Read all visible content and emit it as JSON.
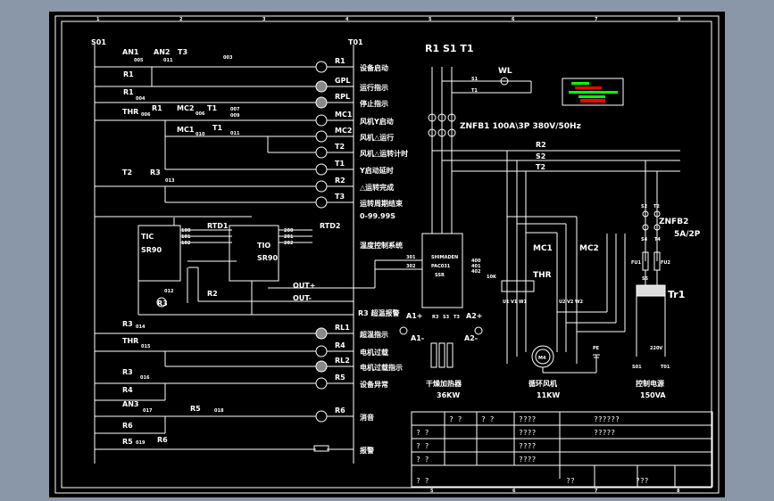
{
  "colors": {
    "background": "#8a97a8",
    "canvas": "#000000",
    "line": "#ffffff",
    "legend_green": "#00ff00",
    "legend_red": "#ff0000"
  },
  "frame": {
    "top_zones": [
      "1",
      "2",
      "3",
      "4",
      "5",
      "6",
      "7",
      "8"
    ],
    "bottom_zones": [
      "5",
      "6",
      "7",
      "8"
    ]
  },
  "control": {
    "left_bus": "S01",
    "right_bus": "T01",
    "coils": [
      {
        "tag": "R1",
        "desc": "设备启动"
      },
      {
        "tag": "GPL",
        "desc": "运行指示"
      },
      {
        "tag": "RPL",
        "desc": "停止指示"
      },
      {
        "tag": "MC1",
        "desc": "风机Y启动"
      },
      {
        "tag": "MC2",
        "desc": "风机△运行"
      },
      {
        "tag": "T2",
        "desc": "风机△运转计时"
      },
      {
        "tag": "T1",
        "desc": "Y启动延时"
      },
      {
        "tag": "R2",
        "desc": "△运转完成"
      },
      {
        "tag": "T3",
        "desc": "运转周期结束"
      },
      {
        "tag": "R3",
        "desc": "R3 超温报警"
      },
      {
        "tag": "RL1",
        "desc": "超温指示"
      },
      {
        "tag": "R4",
        "desc": "电机过载"
      },
      {
        "tag": "RL2",
        "desc": "电机过载指示"
      },
      {
        "tag": "R5",
        "desc": "设备异常"
      },
      {
        "tag": "R6",
        "desc": "消音"
      },
      {
        "tag": "",
        "desc": "报警"
      }
    ],
    "t3_range": "0-99.99S",
    "temp_system": "温度控制系统",
    "contacts": [
      "AN1",
      "AN2",
      "T3",
      "R1",
      "R1",
      "THR",
      "R1",
      "MC2",
      "T1",
      "MC1",
      "T1",
      "T2",
      "R3",
      "R3",
      "THR",
      "R3",
      "R4",
      "AN3",
      "R5",
      "R6",
      "R5",
      "R6"
    ],
    "wire_numbers": [
      "005",
      "011",
      "003",
      "004",
      "006",
      "006",
      "007",
      "009",
      "010",
      "011",
      "013",
      "014",
      "015",
      "016",
      "017",
      "018",
      "019"
    ],
    "controllers": [
      {
        "name": "TIC",
        "model": "SR90",
        "rtd": "RTD1",
        "terms": [
          "100",
          "101",
          "102"
        ]
      },
      {
        "name": "TIO",
        "model": "SR90",
        "rtd": "RTD2",
        "terms": [
          "200",
          "201",
          "202"
        ]
      }
    ],
    "r3_coil": "R3",
    "r2_contact": "R2",
    "out_plus": "OUT+",
    "out_minus": "OUT-",
    "wire_012": "012"
  },
  "power": {
    "supply": "R1 S1 T1",
    "wl": "WL",
    "wl_wires": [
      "S1",
      "T1"
    ],
    "breaker1": "ZNFB1 100A\\3P 380V/50Hz",
    "buses": [
      "R2",
      "S2",
      "T2"
    ],
    "ssr": {
      "brand": "SHIMADEN",
      "model": "PAC031",
      "type": "SSR",
      "resistor": "10K",
      "terms": [
        "301",
        "302",
        "400",
        "401",
        "402"
      ]
    },
    "ammeters": [
      "A1+",
      "A1-",
      "A2+",
      "A2-"
    ],
    "phases": [
      "R3",
      "S3",
      "T3"
    ],
    "heater": {
      "name": "干燥加热器",
      "rating": "36KW"
    },
    "motor": {
      "tag": "M4",
      "name": "循环风机",
      "rating": "11KW",
      "contactors": [
        "MC1",
        "MC2"
      ],
      "overload": "THR",
      "terms": [
        "U1",
        "V1",
        "W1",
        "U2",
        "V2",
        "W2"
      ]
    },
    "pe": "PE",
    "breaker2": {
      "name": "ZNFB2",
      "rating": "5A/2P",
      "in": [
        "S2",
        "T2"
      ],
      "out": [
        "S4",
        "T4"
      ]
    },
    "fuses": [
      "FU1",
      "FU2"
    ],
    "s5": "S5",
    "transformer": {
      "tag": "Tr1",
      "voltage": "220V",
      "out": [
        "S01",
        "T01"
      ],
      "name": "控制电源",
      "rating": "150VA"
    }
  },
  "title_block": {
    "rows": [
      [
        "",
        "? ?",
        "? ?",
        "????",
        "??????"
      ],
      [
        "? ?",
        "",
        "",
        "????",
        "?????"
      ],
      [
        "? ?",
        "",
        "",
        "????",
        ""
      ],
      [
        "? ?",
        "",
        "",
        "????",
        ""
      ]
    ],
    "last_row": [
      "? ?",
      "??",
      "???"
    ]
  }
}
